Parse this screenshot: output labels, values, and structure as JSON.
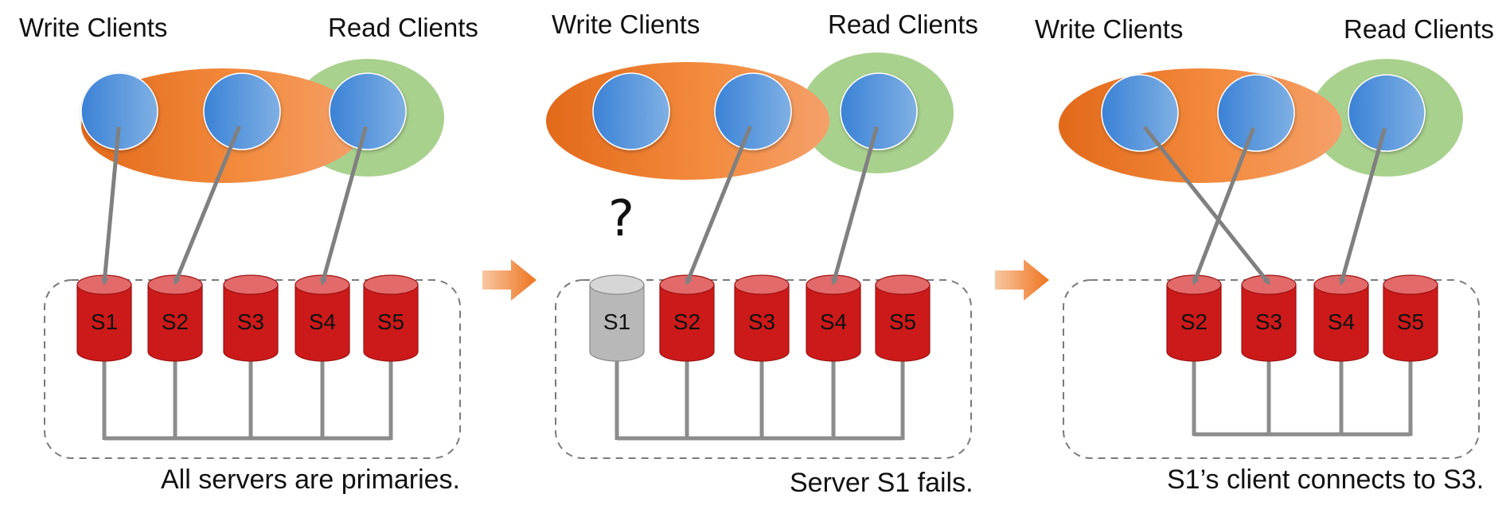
{
  "colors": {
    "write_group": "#ee7a2a",
    "read_group": "#a9d18e",
    "client": "#4a90d9",
    "server": "#cc1a1a",
    "server_top": "#e26a6a",
    "failed_server": "#b8b8b8",
    "arrow": "#808080",
    "step_arrow": "#f08030"
  },
  "icons": {
    "client": "client-circle-icon",
    "server": "database-cylinder-icon",
    "step": "right-arrow-icon"
  },
  "panels": [
    {
      "write_label": "Write Clients",
      "read_label": "Read Clients",
      "servers": [
        {
          "label": "S1",
          "status": "active"
        },
        {
          "label": "S2",
          "status": "active"
        },
        {
          "label": "S3",
          "status": "active"
        },
        {
          "label": "S4",
          "status": "active"
        },
        {
          "label": "S5",
          "status": "active"
        }
      ],
      "connections": [
        {
          "client": 1,
          "server": "S1"
        },
        {
          "client": 2,
          "server": "S2"
        },
        {
          "client": 3,
          "server": "S4"
        }
      ],
      "question_mark": "",
      "caption": "All servers are primaries."
    },
    {
      "write_label": "Write Clients",
      "read_label": "Read Clients",
      "servers": [
        {
          "label": "S1",
          "status": "failed"
        },
        {
          "label": "S2",
          "status": "active"
        },
        {
          "label": "S3",
          "status": "active"
        },
        {
          "label": "S4",
          "status": "active"
        },
        {
          "label": "S5",
          "status": "active"
        }
      ],
      "connections": [
        {
          "client": 2,
          "server": "S2"
        },
        {
          "client": 3,
          "server": "S4"
        }
      ],
      "question_mark": "?",
      "caption": "Server S1 fails."
    },
    {
      "write_label": "Write Clients",
      "read_label": "Read Clients",
      "servers": [
        {
          "label": "S2",
          "status": "active"
        },
        {
          "label": "S3",
          "status": "active"
        },
        {
          "label": "S4",
          "status": "active"
        },
        {
          "label": "S5",
          "status": "active"
        }
      ],
      "connections": [
        {
          "client": 1,
          "server": "S3"
        },
        {
          "client": 2,
          "server": "S2"
        },
        {
          "client": 3,
          "server": "S4"
        }
      ],
      "question_mark": "",
      "caption": "S1’s client connects to S3."
    }
  ]
}
